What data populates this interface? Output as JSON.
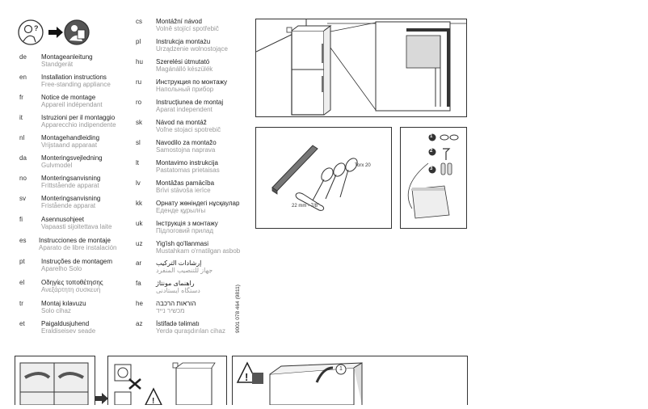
{
  "languages_left": [
    {
      "code": "de",
      "title": "Montageanleitung",
      "subtitle": "Standgerät"
    },
    {
      "code": "en",
      "title": "Installation instructions",
      "subtitle": "Free-standing appliance"
    },
    {
      "code": "fr",
      "title": "Notice de montage",
      "subtitle": "Appareil indépendant"
    },
    {
      "code": "it",
      "title": "Istruzioni per il montaggio",
      "subtitle": "Apparecchio indipendente"
    },
    {
      "code": "nl",
      "title": "Montagehandleiding",
      "subtitle": "Vrijstaand apparaat"
    },
    {
      "code": "da",
      "title": "Monteringsvejledning",
      "subtitle": "Gulvmodel"
    },
    {
      "code": "no",
      "title": "Monteringsanvisning",
      "subtitle": "Frittstående apparat"
    },
    {
      "code": "sv",
      "title": "Monteringsanvisning",
      "subtitle": "Fristående apparat"
    },
    {
      "code": "fi",
      "title": "Asennusohjeet",
      "subtitle": "Vapaasti sijoitettava laite"
    },
    {
      "code": "es",
      "title": "Instrucciones de montaje",
      "subtitle": "Aparato de libre instalación"
    },
    {
      "code": "pt",
      "title": "Instruções de montagem",
      "subtitle": "Aparelho Solo"
    },
    {
      "code": "el",
      "title": "Οδηγίες τοποθέτησης",
      "subtitle": "Ανεξάρτητη συσκευή"
    },
    {
      "code": "tr",
      "title": "Montaj kılavuzu",
      "subtitle": "Solo cihaz"
    },
    {
      "code": "et",
      "title": "Paigaldusjuhend",
      "subtitle": "Eraldiseisev seade"
    }
  ],
  "languages_right": [
    {
      "code": "cs",
      "title": "Montážní návod",
      "subtitle": "Volně stojící spotřebič"
    },
    {
      "code": "pl",
      "title": "Instrukcja montażu",
      "subtitle": "Urządzenie wolnostojące"
    },
    {
      "code": "hu",
      "title": "Szerelési útmutató",
      "subtitle": "Magánálló készülék"
    },
    {
      "code": "ru",
      "title": "Инструкция по монтажу",
      "subtitle": "Напольный прибор"
    },
    {
      "code": "ro",
      "title": "Instrucțiunea de montaj",
      "subtitle": "Aparat independent"
    },
    {
      "code": "sk",
      "title": "Návod na montáž",
      "subtitle": "Voľne stojaci spotrebič"
    },
    {
      "code": "sl",
      "title": "Navodilo za montažo",
      "subtitle": "Samostojna naprava"
    },
    {
      "code": "lt",
      "title": "Montavimo instrukcija",
      "subtitle": "Pastatomas prietaisas"
    },
    {
      "code": "lv",
      "title": "Montāžas pamācība",
      "subtitle": "Brīvi stāvoša ierīce"
    },
    {
      "code": "kk",
      "title": "Орнату жөніндегі нұсқаулар",
      "subtitle": "Еденде құрылғы"
    },
    {
      "code": "uk",
      "title": "Інструкція з монтажу",
      "subtitle": "Підлоговий прилад"
    },
    {
      "code": "uz",
      "title": "Yig'ish qo'llanmasi",
      "subtitle": "Mustahkam o'rnatilgan asbob"
    },
    {
      "code": "ar",
      "title": "إرشادات التركيب",
      "subtitle": "جهاز للتنصيب المنفرد",
      "rtl": true
    },
    {
      "code": "fa",
      "title": "راهنمای مونتاژ",
      "subtitle": "دستگاه ایستادنی",
      "rtl": true
    },
    {
      "code": "he",
      "title": "הוראות הרכבה",
      "subtitle": "מכשיר נייד",
      "rtl": true
    },
    {
      "code": "az",
      "title": "İstifadə təlimatı",
      "subtitle": "Yerdə quraşdırılan cihaz"
    }
  ],
  "figure_labels": {
    "torx": "Torx 20",
    "wrench": "22 mm - 7/8\"",
    "part1": "1",
    "part2": "2",
    "part3": "3",
    "step1": "1"
  },
  "doc_code": "9001 078 464 (9811)",
  "colors": {
    "line": "#333333",
    "subtitle": "#999999"
  }
}
